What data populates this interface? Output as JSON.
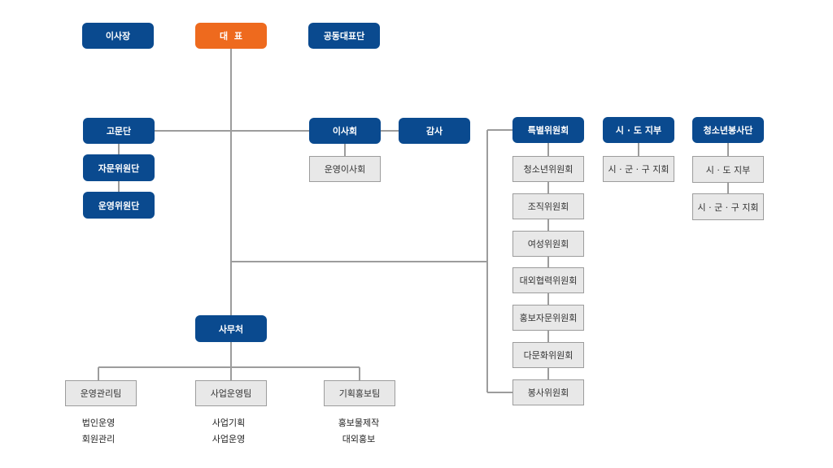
{
  "top": {
    "chairman": "이사장",
    "ceo": "대  표",
    "joint_ceo_group": "공동대표단"
  },
  "left": {
    "advisory_group": "고문단",
    "consulting_committee": "자문위원단",
    "operating_committee": "운영위원단"
  },
  "board": {
    "board": "이사회",
    "audit": "감사",
    "executive_board": "운영이사회"
  },
  "special": {
    "title": "특별위원회",
    "items": [
      "청소년위원회",
      "조직위원회",
      "여성위원회",
      "대외협력위원회",
      "홍보자문위원회",
      "다문화위원회",
      "봉사위원회"
    ]
  },
  "branch": {
    "title": "시 · 도 지부",
    "sub": "시 · 군 · 구 지회"
  },
  "youth": {
    "title": "청소년봉사단",
    "branch": "시 · 도 지부",
    "sub": "시 · 군 · 구 지회"
  },
  "secretariat": {
    "title": "사무처",
    "teams": [
      {
        "name": "운영관리팀",
        "duties": [
          "법인운영",
          "회원관리"
        ]
      },
      {
        "name": "사업운영팀",
        "duties": [
          "사업기획",
          "사업운영"
        ]
      },
      {
        "name": "기획홍보팀",
        "duties": [
          "홍보물제작",
          "대외홍보"
        ]
      }
    ]
  },
  "colors": {
    "primary": "#0a4a8f",
    "accent": "#ee6a1e",
    "sub_box": "#e8e8e8",
    "line": "#9c9c9c"
  }
}
